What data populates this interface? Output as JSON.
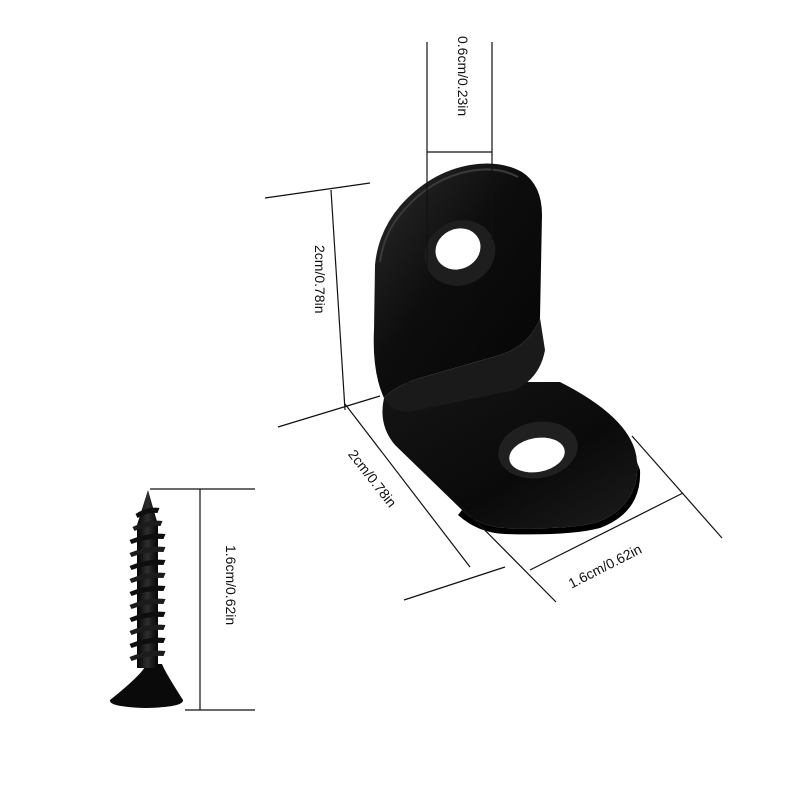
{
  "dimensions": {
    "hole_diameter": "0.6cm/0.23in",
    "vertical_leg_height": "2cm/0.78in",
    "horizontal_leg_length": "2cm/0.78in",
    "bracket_width": "1.6cm/0.62in",
    "screw_length": "1.6cm/0.62in"
  },
  "colors": {
    "bracket": "#0d0d0d",
    "bracket_highlight": "#2a2a2a",
    "hole": "#ffffff",
    "screw": "#141414",
    "dimension_line": "#111111",
    "background": "#ffffff"
  }
}
